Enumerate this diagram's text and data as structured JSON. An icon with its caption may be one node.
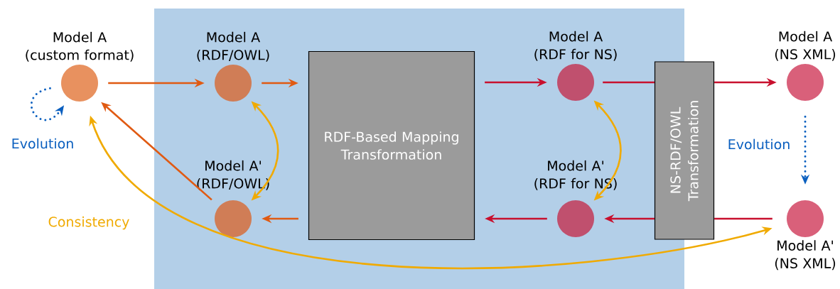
{
  "diagram": {
    "nodes": [
      {
        "text": [
          "Model A (custom format)"
        ]
      },
      {
        "text": [
          "Model A (RDF/OWL)"
        ]
      },
      {
        "text": [
          "Model A' (RDF/OWL)"
        ]
      },
      {
        "text": [
          "RDF-Based Mapping Transformation"
        ]
      },
      {
        "text": [
          "Model A (RDF for NS)"
        ]
      },
      {
        "text": [
          "Model A' (RDF for NS)"
        ]
      },
      {
        "text": [
          "NS-RDF/OWL Transformation"
        ]
      },
      {
        "text": [
          "Model A (NS XML)"
        ]
      },
      {
        "text": [
          "Model A' (NS XML)"
        ]
      }
    ],
    "edges": [
      {
        "from": 0,
        "to": 1,
        "arrow": "to",
        "color": "#e05a12"
      },
      {
        "from": 1,
        "to": 3,
        "arrow": "to",
        "color": "#e05a12"
      },
      {
        "from": 3,
        "to": 2,
        "arrow": "to",
        "color": "#e05a12"
      },
      {
        "from": 2,
        "to": 0,
        "arrow": "to",
        "color": "#e05a12"
      },
      {
        "from": 1,
        "to": 2,
        "arrow": "both",
        "color": "#f0aa00"
      },
      {
        "from": 0,
        "to": 0,
        "arrow": "to",
        "label": "Evolution",
        "style": "dashed",
        "color": "#0a5fbf"
      },
      {
        "from": 3,
        "to": 4,
        "arrow": "to"
      },
      {
        "from": 4,
        "to": 6,
        "arrow": "none"
      },
      {
        "from": 6,
        "to": 7,
        "arrow": "to"
      },
      {
        "from": 8,
        "to": 6,
        "arrow": "none"
      },
      {
        "from": 6,
        "to": 5,
        "arrow": "to"
      },
      {
        "from": 5,
        "to": 3,
        "arrow": "to"
      },
      {
        "from": 4,
        "to": 5,
        "arrow": "both",
        "color": "#f0aa00"
      },
      {
        "from": 7,
        "to": 8,
        "arrow": "to",
        "label": "Evolution",
        "style": "dashed",
        "color": "#0a5fbf"
      },
      {
        "from": 8,
        "to": 0,
        "arrow": "both",
        "label": "Consistency",
        "color": "#f0aa00"
      }
    ]
  }
}
